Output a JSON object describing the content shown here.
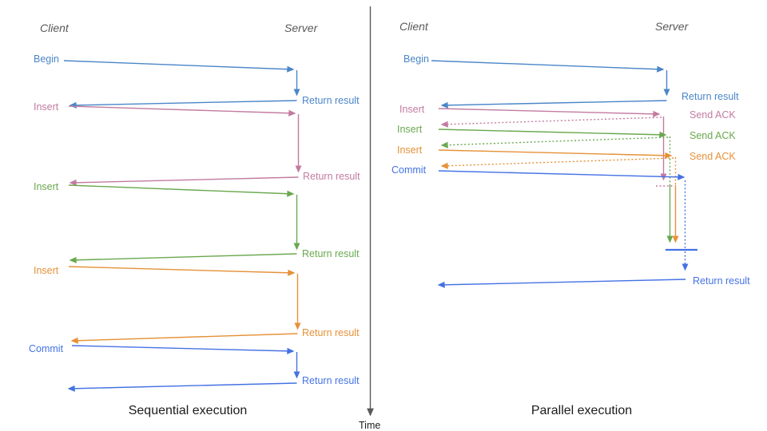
{
  "colors": {
    "begin_blue": "#4a86c8",
    "commit_blue": "#4472e4",
    "pink": "#c27ba0",
    "green": "#6aa84f",
    "orange": "#e69138",
    "axis": "#595959",
    "header": "#595959"
  },
  "time_axis": {
    "label": "Time"
  },
  "sequential": {
    "title": "Sequential execution",
    "client_header": "Client",
    "server_header": "Server",
    "messages": [
      {
        "label": "Begin",
        "response": "Return result",
        "color": "begin_blue"
      },
      {
        "label": "Insert",
        "response": "Return result",
        "color": "pink"
      },
      {
        "label": "Insert",
        "response": "Return result",
        "color": "green"
      },
      {
        "label": "Insert",
        "response": "Return result",
        "color": "orange"
      },
      {
        "label": "Commit",
        "response": "Return result",
        "color": "commit_blue"
      }
    ]
  },
  "parallel": {
    "title": "Parallel execution",
    "client_header": "Client",
    "server_header": "Server",
    "messages": [
      {
        "label": "Begin",
        "response": "Return result",
        "color": "begin_blue"
      },
      {
        "label": "Insert",
        "response": "Send ACK",
        "color": "pink"
      },
      {
        "label": "Insert",
        "response": "Send ACK",
        "color": "green"
      },
      {
        "label": "Insert",
        "response": "Send ACK",
        "color": "orange"
      },
      {
        "label": "Commit",
        "response": "Return result",
        "color": "commit_blue"
      }
    ]
  }
}
